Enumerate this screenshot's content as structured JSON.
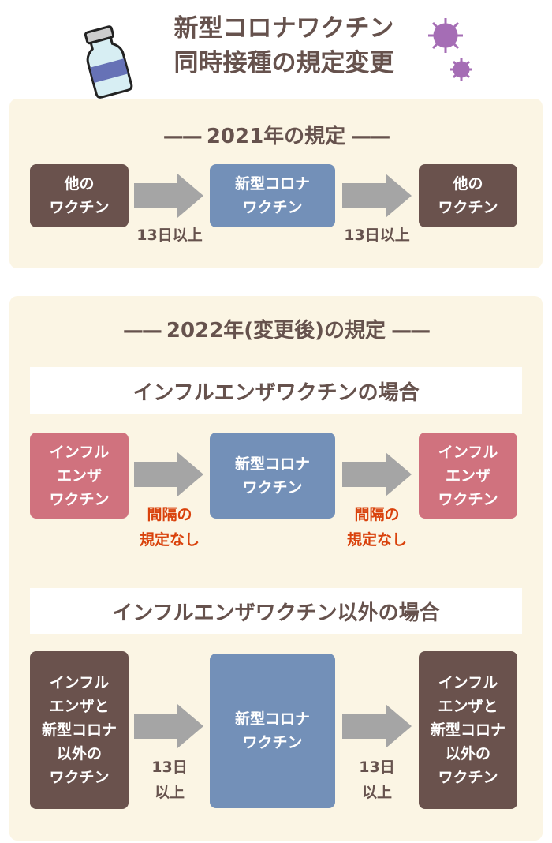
{
  "header": {
    "title_line1": "新型コロナワクチン",
    "title_line2": "同時接種の規定変更"
  },
  "section_2021": {
    "heading": "2021年の規定",
    "boxes": [
      {
        "lines": [
          "他の",
          "ワクチン"
        ]
      },
      {
        "lines": [
          "新型コロナ",
          "ワクチン"
        ]
      },
      {
        "lines": [
          "他の",
          "ワクチン"
        ]
      }
    ],
    "intervals": [
      "13日以上",
      "13日以上"
    ]
  },
  "section_2022": {
    "heading": "2022年(変更後)の規定",
    "case_flu": {
      "title": "インフルエンザワクチンの場合",
      "boxes": [
        {
          "lines": [
            "インフル",
            "エンザ",
            "ワクチン"
          ]
        },
        {
          "lines": [
            "新型コロナ",
            "ワクチン"
          ]
        },
        {
          "lines": [
            "インフル",
            "エンザ",
            "ワクチン"
          ]
        }
      ],
      "intervals": [
        [
          "間隔の",
          "規定なし"
        ],
        [
          "間隔の",
          "規定なし"
        ]
      ]
    },
    "case_other": {
      "title": "インフルエンザワクチン以外の場合",
      "boxes": [
        {
          "lines": [
            "インフル",
            "エンザと",
            "新型コロナ",
            "以外の",
            "ワクチン"
          ]
        },
        {
          "lines": [
            "新型コロナ",
            "ワクチン"
          ]
        },
        {
          "lines": [
            "インフル",
            "エンザと",
            "新型コロナ",
            "以外の",
            "ワクチン"
          ]
        }
      ],
      "intervals": [
        [
          "13日",
          "以上"
        ],
        [
          "13日",
          "以上"
        ]
      ]
    }
  },
  "colors": {
    "text": "#66524d",
    "panel": "#fbf5e4",
    "other_vaccine": "#6a524d",
    "covid": "#7390b8",
    "flu": "#d0727e",
    "arrow": "#a5a5a5",
    "no_rule": "#d9420c"
  }
}
